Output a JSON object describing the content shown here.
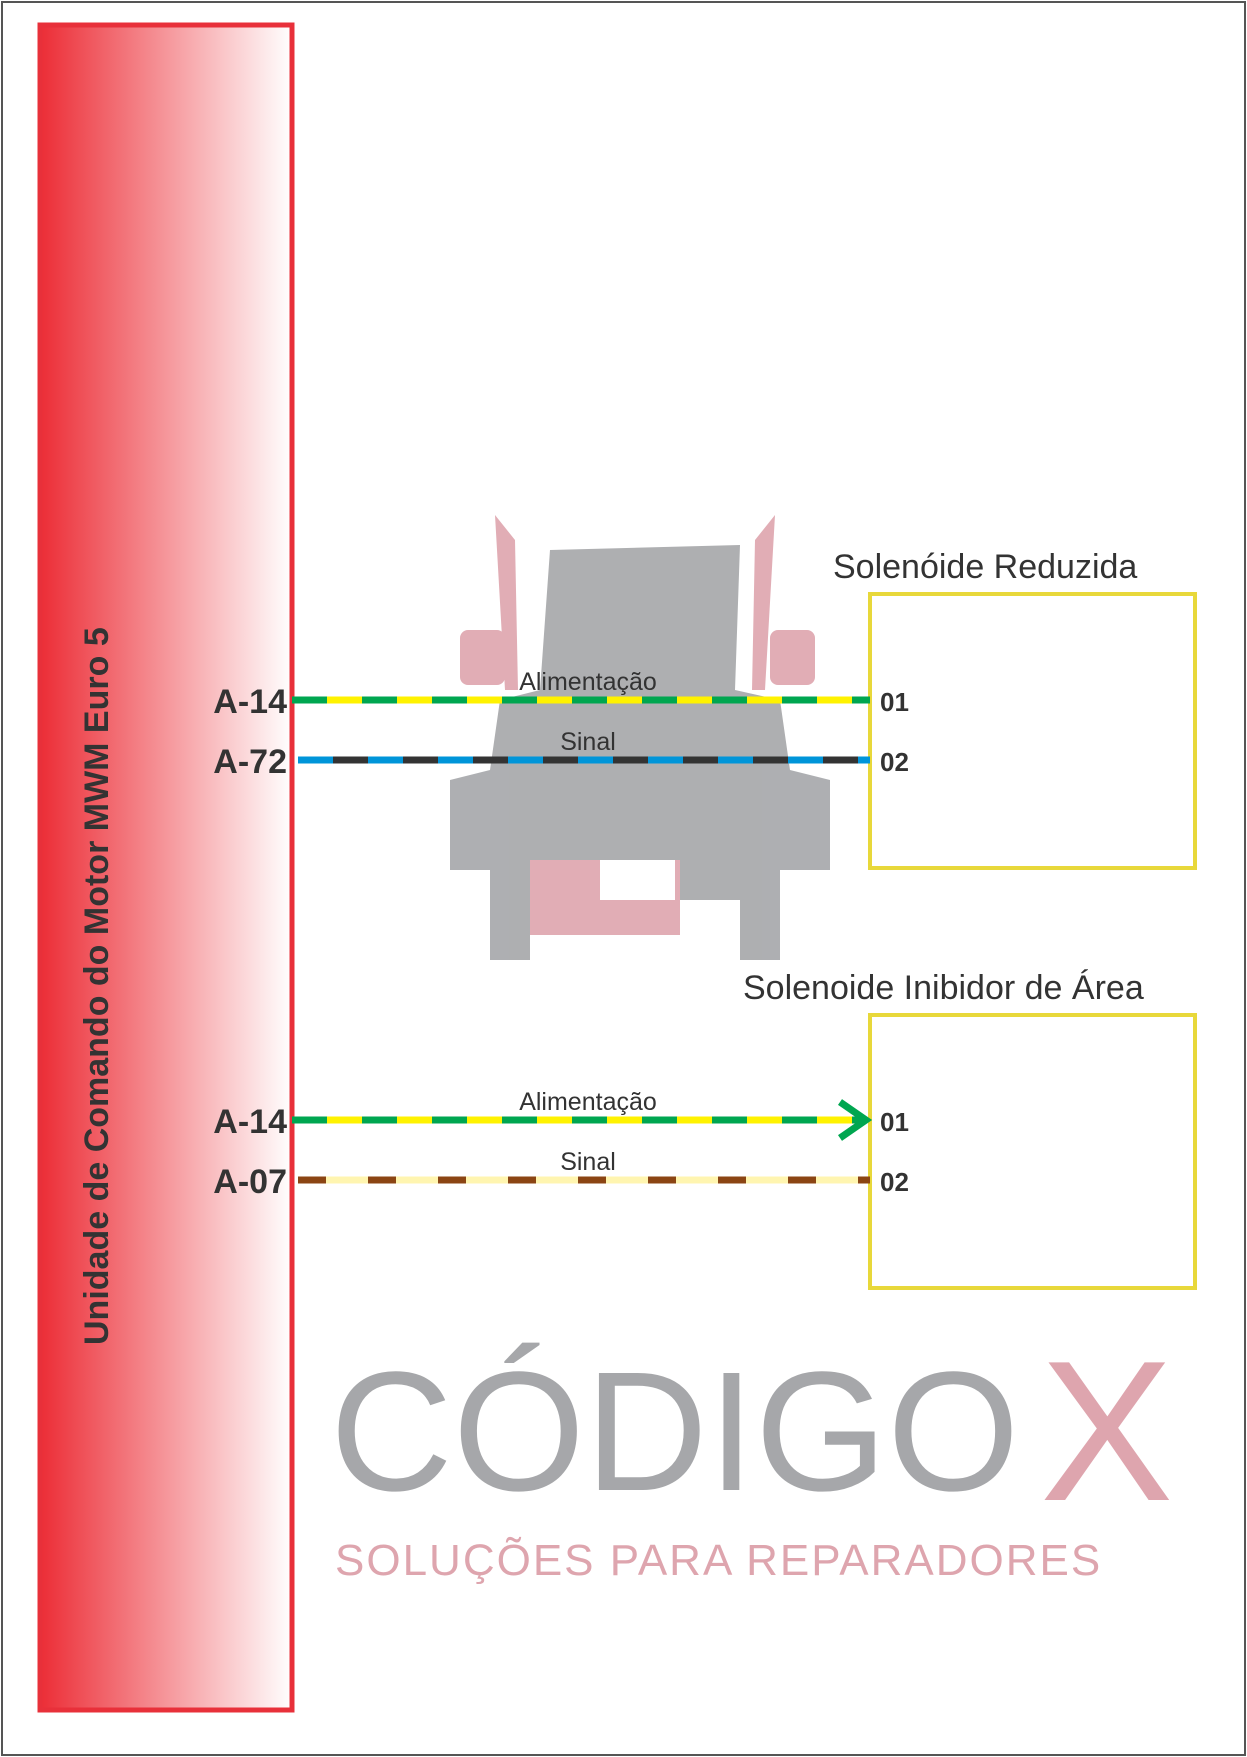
{
  "ecu": {
    "label": "Unidade de Comando do Motor MWM Euro 5"
  },
  "watermark": {
    "brand": "CÓDIGO",
    "brand_x": "X",
    "tagline": "SOLUÇÕES PARA REPARADORES"
  },
  "components": [
    {
      "title": "Solenóide Reduzida",
      "wires": [
        {
          "ecu_pin": "A-14",
          "function": "Alimentação",
          "pin": "01",
          "colors": [
            "#00a650",
            "#fff200"
          ]
        },
        {
          "ecu_pin": "A-72",
          "function": "Sinal",
          "pin": "02",
          "colors": [
            "#333333",
            "#0095d9"
          ]
        }
      ]
    },
    {
      "title": "Solenoide Inibidor de Área",
      "wires": [
        {
          "ecu_pin": "A-14",
          "function": "Alimentação",
          "pin": "01",
          "colors": [
            "#00a650",
            "#fff200"
          ]
        },
        {
          "ecu_pin": "A-07",
          "function": "Sinal",
          "pin": "02",
          "colors": [
            "#8b4513",
            "#fff5b0"
          ]
        }
      ]
    }
  ],
  "colors": {
    "ecu_border": "#e8303a",
    "box_border": "#e8d83a"
  }
}
